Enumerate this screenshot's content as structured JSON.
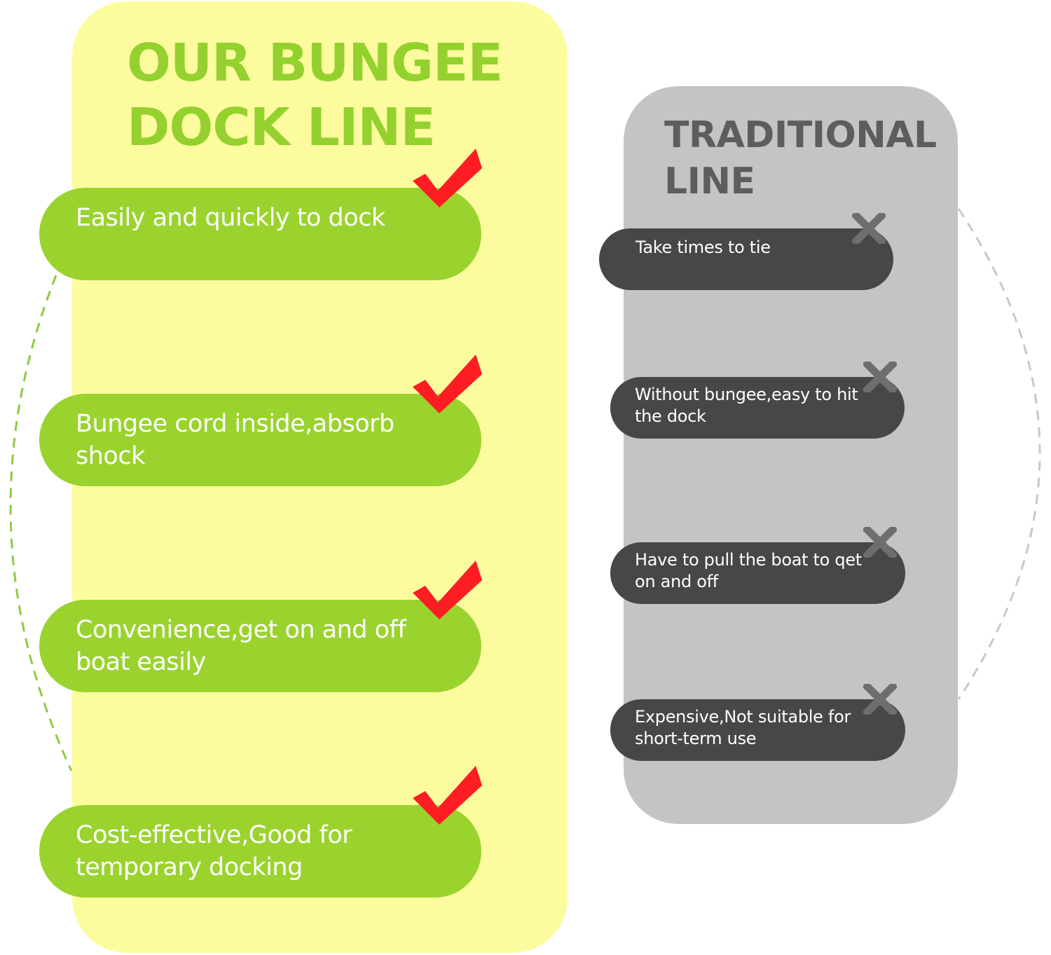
{
  "our_line": {
    "title_line1": "OUR BUNGEE",
    "title_line2": "DOCK LINE",
    "items": [
      {
        "text": "Easily and quickly to dock",
        "icon": "checkmark-icon"
      },
      {
        "text": "Bungee cord inside,absorb shock",
        "icon": "checkmark-icon"
      },
      {
        "text": "Convenience,get on and off boat easily",
        "icon": "checkmark-icon"
      },
      {
        "text": "Cost-effective,Good for temporary docking",
        "icon": "checkmark-icon"
      }
    ]
  },
  "traditional_line": {
    "title_line1": "TRADITIONAL",
    "title_line2": "LINE",
    "items": [
      {
        "text": "Take times to tie",
        "icon": "cross-icon"
      },
      {
        "text": "Without bungee,easy to hit the dock",
        "icon": "cross-icon"
      },
      {
        "text": "Have to pull the boat to qet on and off",
        "icon": "cross-icon"
      },
      {
        "text": "Expensive,Not suitable for short-term use",
        "icon": "cross-icon"
      }
    ]
  },
  "colors": {
    "left_panel": "#fcfc9e",
    "right_panel": "#c4c4c4",
    "green_pill": "#9ad32e",
    "dark_pill": "#474747",
    "left_title": "#94d12e",
    "right_title": "#5d5d5d",
    "check": "#ff1d24",
    "cross": "#6e6e6e"
  }
}
